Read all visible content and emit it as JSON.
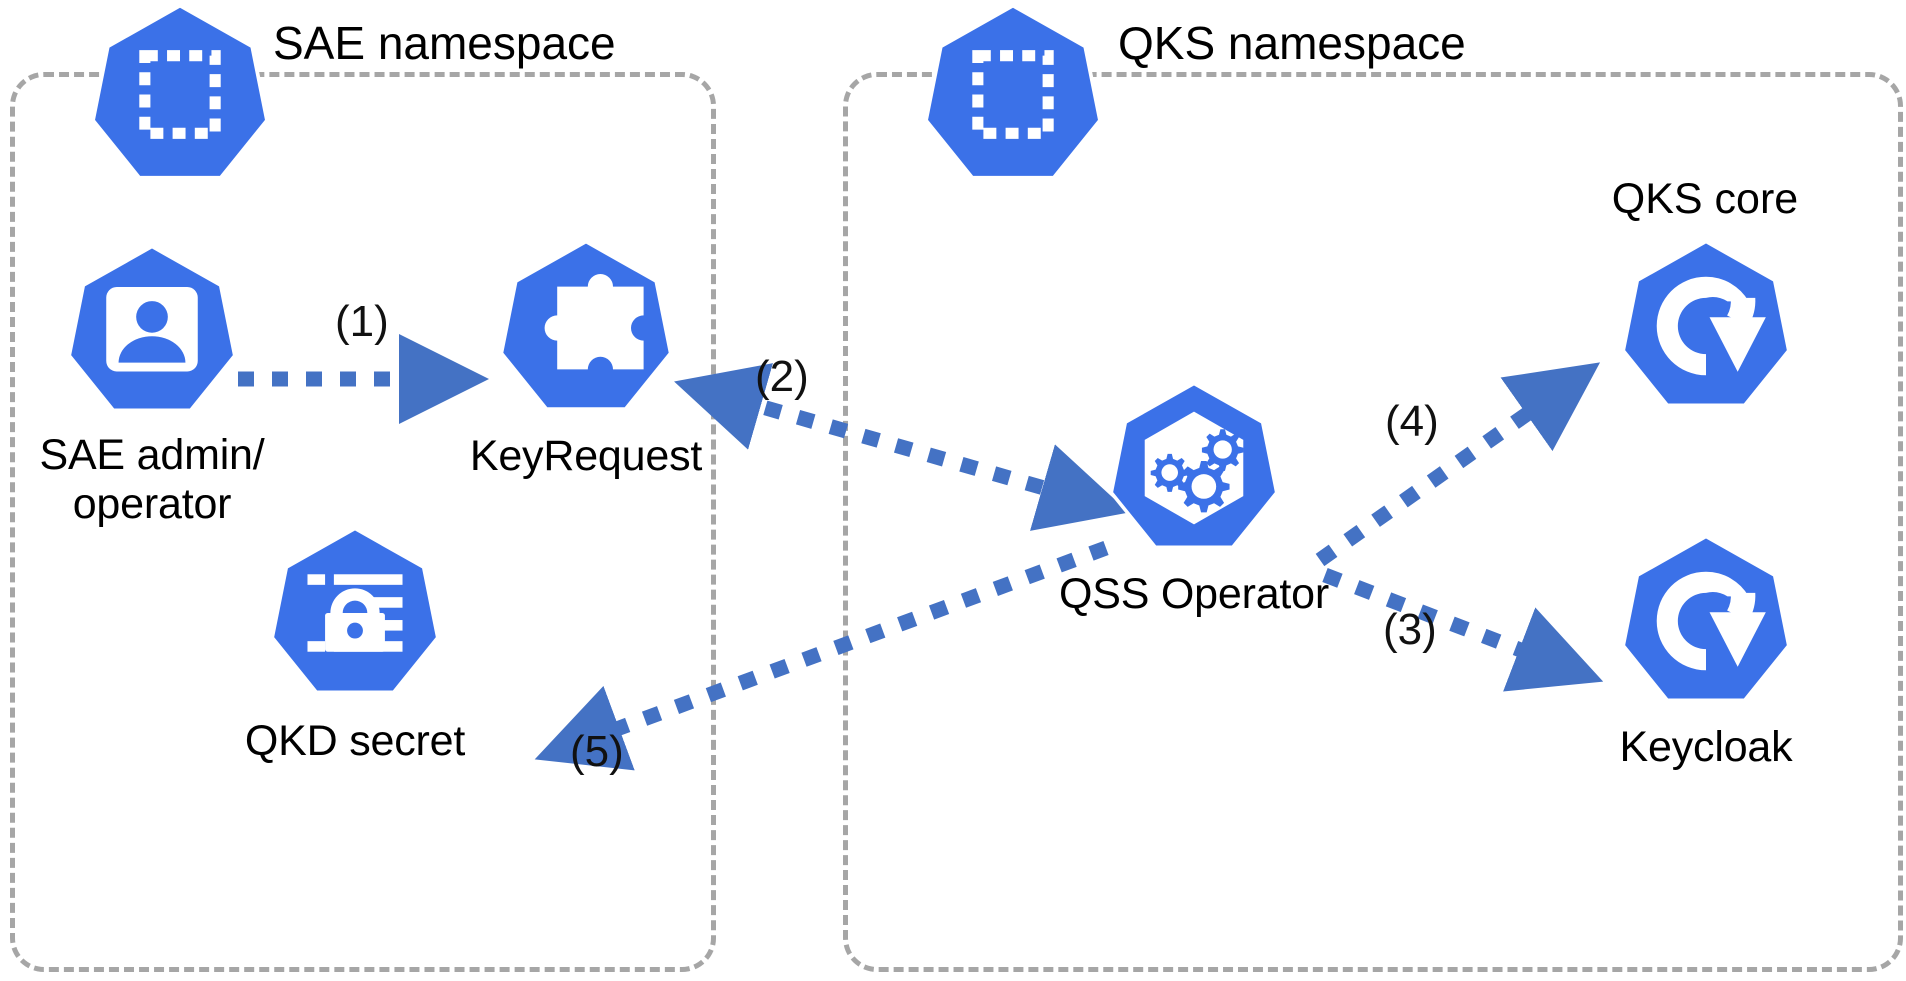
{
  "diagram": {
    "title": "QKS / SAE namespace key-request flow",
    "background": "#ffffff",
    "colors": {
      "node_blue": "#3b71e8",
      "arrow_blue": "#4472c4",
      "boundary_gray": "#a6a6a6",
      "icon_white": "#ffffff",
      "text_black": "#000000"
    }
  },
  "namespaces": [
    {
      "id": "sae",
      "title": "SAE namespace",
      "icon": "namespace-icon"
    },
    {
      "id": "qks",
      "title": "QKS namespace",
      "icon": "namespace-icon"
    }
  ],
  "nodes": [
    {
      "id": "sae-admin",
      "label": "SAE admin/\noperator",
      "icon": "user-badge-icon",
      "namespace": "sae",
      "label_position": "below"
    },
    {
      "id": "keyrequest",
      "label": "KeyRequest",
      "icon": "puzzle-piece-icon",
      "namespace": "sae",
      "label_position": "below"
    },
    {
      "id": "qkd-secret",
      "label": "QKD secret",
      "icon": "secret-lock-icon",
      "namespace": "sae",
      "label_position": "below"
    },
    {
      "id": "qss-operator",
      "label": "QSS Operator",
      "icon": "gears-icon",
      "namespace": "qks",
      "label_position": "below"
    },
    {
      "id": "qks-core",
      "label": "QKS core",
      "icon": "deployment-refresh-icon",
      "namespace": "qks",
      "label_position": "above"
    },
    {
      "id": "keycloak",
      "label": "Keycloak",
      "icon": "deployment-refresh-icon",
      "namespace": "qks",
      "label_position": "below"
    }
  ],
  "edges": [
    {
      "id": "edge-1",
      "label": "(1)",
      "from": "sae-admin",
      "to": "keyrequest",
      "style": "dotted",
      "arrowhead": "end"
    },
    {
      "id": "edge-2",
      "label": "(2)",
      "from": "keyrequest",
      "to": "qss-operator",
      "style": "dotted",
      "arrowhead": "both"
    },
    {
      "id": "edge-3",
      "label": "(3)",
      "from": "qss-operator",
      "to": "keycloak",
      "style": "dotted",
      "arrowhead": "end"
    },
    {
      "id": "edge-4",
      "label": "(4)",
      "from": "qss-operator",
      "to": "qks-core",
      "style": "dotted",
      "arrowhead": "end"
    },
    {
      "id": "edge-5",
      "label": "(5)",
      "from": "qss-operator",
      "to": "qkd-secret",
      "style": "dotted",
      "arrowhead": "end"
    }
  ]
}
